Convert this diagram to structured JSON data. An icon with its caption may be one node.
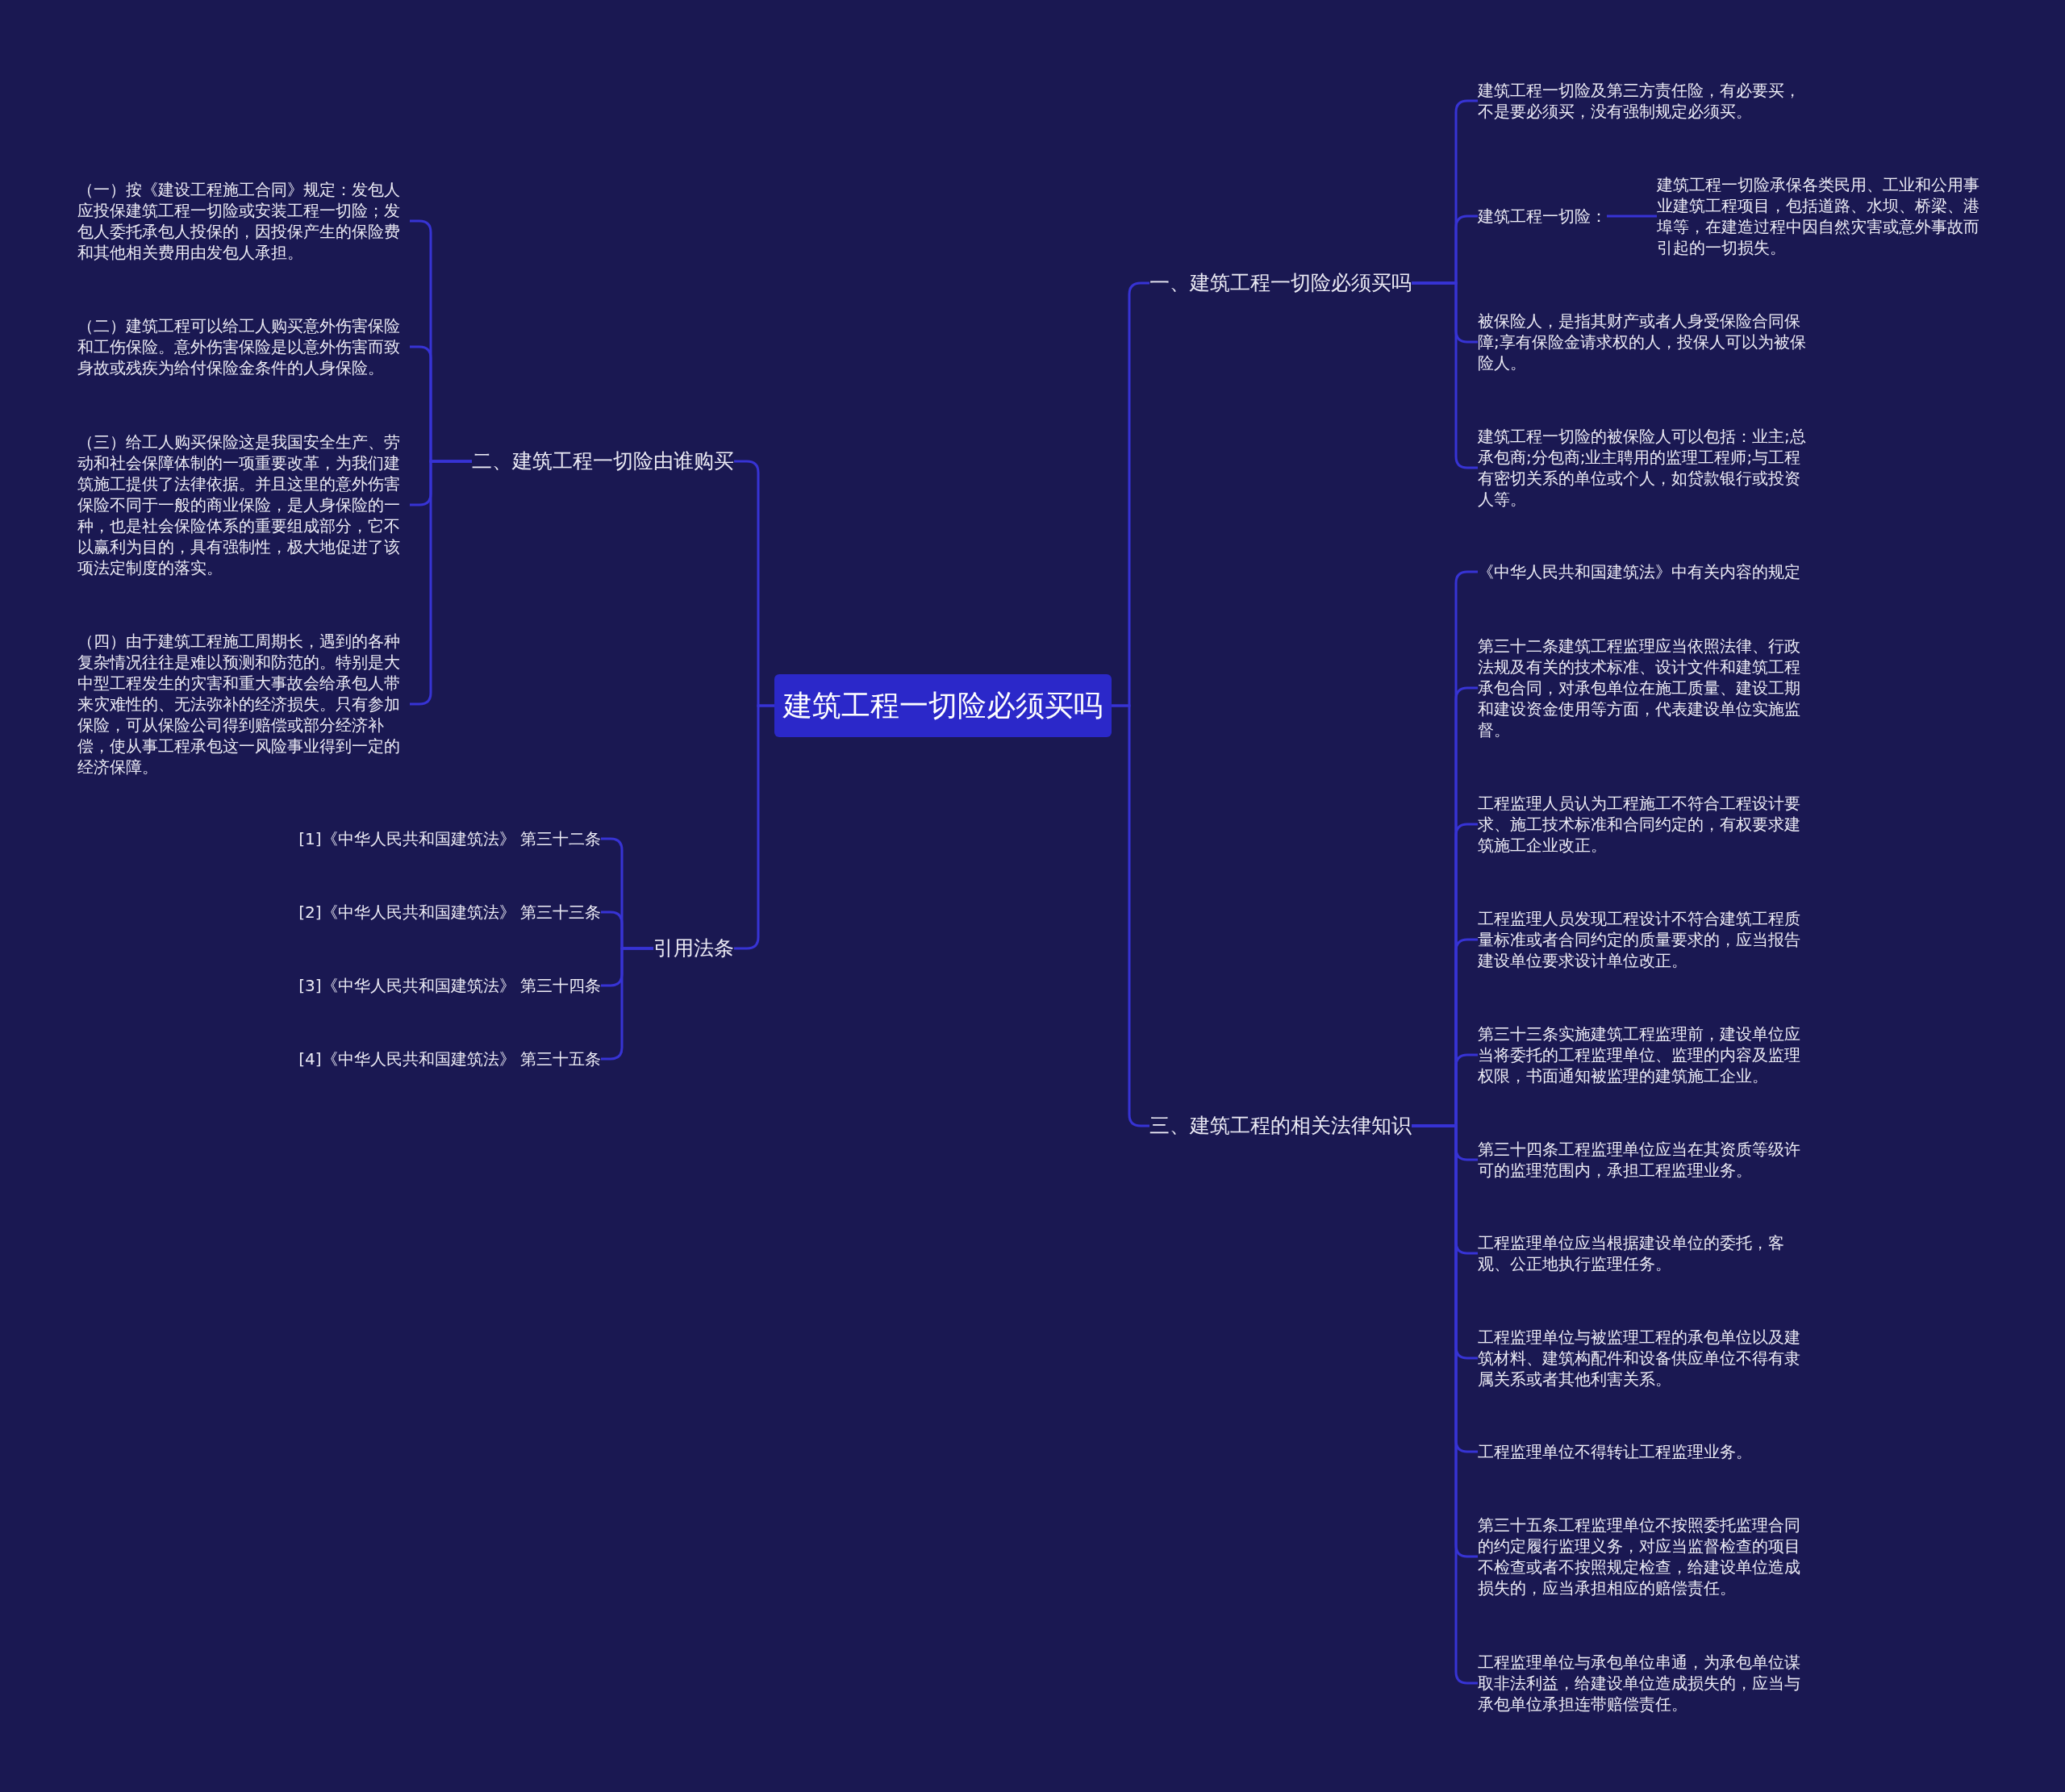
{
  "diagram": {
    "nodes": [
      {
        "text": [
          "建筑工程一切险必须买吗"
        ]
      },
      {
        "text": [
          "一、建筑工程一切险必须买吗"
        ]
      },
      {
        "text": [
          "建筑工程一切险及第三方责任险，有必要买，不是要必须买，没有强制规定必须买。"
        ]
      },
      {
        "text": [
          "建筑工程一切险："
        ]
      },
      {
        "text": [
          "建筑工程一切险承保各类民用、工业和公用事业建筑工程项目，包括道路、水坝、桥梁、港埠等，在建造过程中因自然灾害或意外事故而引起的一切损失。"
        ]
      },
      {
        "text": [
          "被保险人，是指其财产或者人身受保险合同保障;享有保险金请求权的人，投保人可以为被保险人。"
        ]
      },
      {
        "text": [
          "建筑工程一切险的被保险人可以包括：业主;总承包商;分包商;业主聘用的监理工程师;与工程有密切关系的单位或个人，如贷款银行或投资人等。"
        ]
      },
      {
        "text": [
          "二、建筑工程一切险由谁购买"
        ]
      },
      {
        "text": [
          "（一）按《建设工程施工合同》规定：发包人应投保建筑工程一切险或安装工程一切险；发包人委托承包人投保的，因投保产生的保险费和其他相关费用由发包人承担。"
        ]
      },
      {
        "text": [
          "（二）建筑工程可以给工人购买意外伤害保险和工伤保险。意外伤害保险是以意外伤害而致身故或残疾为给付保险金条件的人身保险。"
        ]
      },
      {
        "text": [
          "（三）给工人购买保险这是我国安全生产、劳动和社会保障体制的一项重要改革，为我们建筑施工提供了法律依据。并且这里的意外伤害保险不同于一般的商业保险，是人身保险的一种，也是社会保险体系的重要组成部分，它不以赢利为目的，具有强制性，极大地促进了该项法定制度的落实。"
        ]
      },
      {
        "text": [
          "（四）由于建筑工程施工周期长，遇到的各种复杂情况往往是难以预测和防范的。特别是大中型工程发生的灾害和重大事故会给承包人带来灾难性的、无法弥补的经济损失。只有参加保险，可从保险公司得到赔偿或部分经济补偿，使从事工程承包这一风险事业得到一定的经济保障。"
        ]
      },
      {
        "text": [
          "三、建筑工程的相关法律知识"
        ]
      },
      {
        "text": [
          "《中华人民共和国建筑法》中有关内容的规定"
        ]
      },
      {
        "text": [
          "第三十二条建筑工程监理应当依照法律、行政法规及有关的技术标准、设计文件和建筑工程承包合同，对承包单位在施工质量、建设工期和建设资金使用等方面，代表建设单位实施监督。"
        ]
      },
      {
        "text": [
          "工程监理人员认为工程施工不符合工程设计要求、施工技术标准和合同约定的，有权要求建筑施工企业改正。"
        ]
      },
      {
        "text": [
          "工程监理人员发现工程设计不符合建筑工程质量标准或者合同约定的质量要求的，应当报告建设单位要求设计单位改正。"
        ]
      },
      {
        "text": [
          "第三十三条实施建筑工程监理前，建设单位应当将委托的工程监理单位、监理的内容及监理权限，书面通知被监理的建筑施工企业。"
        ]
      },
      {
        "text": [
          "第三十四条工程监理单位应当在其资质等级许可的监理范围内，承担工程监理业务。"
        ]
      },
      {
        "text": [
          "工程监理单位应当根据建设单位的委托，客观、公正地执行监理任务。"
        ]
      },
      {
        "text": [
          "工程监理单位与被监理工程的承包单位以及建筑材料、建筑构配件和设备供应单位不得有隶属关系或者其他利害关系。"
        ]
      },
      {
        "text": [
          "工程监理单位不得转让工程监理业务。"
        ]
      },
      {
        "text": [
          "第三十五条工程监理单位不按照委托监理合同的约定履行监理义务，对应当监督检查的项目不检查或者不按照规定检查，给建设单位造成损失的，应当承担相应的赔偿责任。"
        ]
      },
      {
        "text": [
          "工程监理单位与承包单位串通，为承包单位谋取非法利益，给建设单位造成损失的，应当与承包单位承担连带赔偿责任。"
        ]
      },
      {
        "text": [
          "引用法条"
        ]
      },
      {
        "text": [
          "[1]《中华人民共和国建筑法》 第三十二条"
        ]
      },
      {
        "text": [
          "[2]《中华人民共和国建筑法》 第三十三条"
        ]
      },
      {
        "text": [
          "[3]《中华人民共和国建筑法》 第三十四条"
        ]
      },
      {
        "text": [
          "[4]《中华人民共和国建筑法》 第三十五条"
        ]
      }
    ],
    "edges": [
      {
        "from": 0,
        "to": 1,
        "arrow": "none"
      },
      {
        "from": 1,
        "to": 2,
        "arrow": "none"
      },
      {
        "from": 1,
        "to": 3,
        "arrow": "none"
      },
      {
        "from": 3,
        "to": 4,
        "arrow": "none"
      },
      {
        "from": 1,
        "to": 5,
        "arrow": "none"
      },
      {
        "from": 1,
        "to": 6,
        "arrow": "none"
      },
      {
        "from": 0,
        "to": 7,
        "arrow": "none"
      },
      {
        "from": 7,
        "to": 8,
        "arrow": "none"
      },
      {
        "from": 7,
        "to": 9,
        "arrow": "none"
      },
      {
        "from": 7,
        "to": 10,
        "arrow": "none"
      },
      {
        "from": 7,
        "to": 11,
        "arrow": "none"
      },
      {
        "from": 0,
        "to": 12,
        "arrow": "none"
      },
      {
        "from": 12,
        "to": 13,
        "arrow": "none"
      },
      {
        "from": 12,
        "to": 14,
        "arrow": "none"
      },
      {
        "from": 12,
        "to": 15,
        "arrow": "none"
      },
      {
        "from": 12,
        "to": 16,
        "arrow": "none"
      },
      {
        "from": 12,
        "to": 17,
        "arrow": "none"
      },
      {
        "from": 12,
        "to": 18,
        "arrow": "none"
      },
      {
        "from": 12,
        "to": 19,
        "arrow": "none"
      },
      {
        "from": 12,
        "to": 20,
        "arrow": "none"
      },
      {
        "from": 12,
        "to": 21,
        "arrow": "none"
      },
      {
        "from": 12,
        "to": 22,
        "arrow": "none"
      },
      {
        "from": 12,
        "to": 23,
        "arrow": "none"
      },
      {
        "from": 0,
        "to": 24,
        "arrow": "none"
      },
      {
        "from": 24,
        "to": 25,
        "arrow": "none"
      },
      {
        "from": 24,
        "to": 26,
        "arrow": "none"
      },
      {
        "from": 24,
        "to": 27,
        "arrow": "none"
      },
      {
        "from": 24,
        "to": 28,
        "arrow": "none"
      }
    ]
  }
}
